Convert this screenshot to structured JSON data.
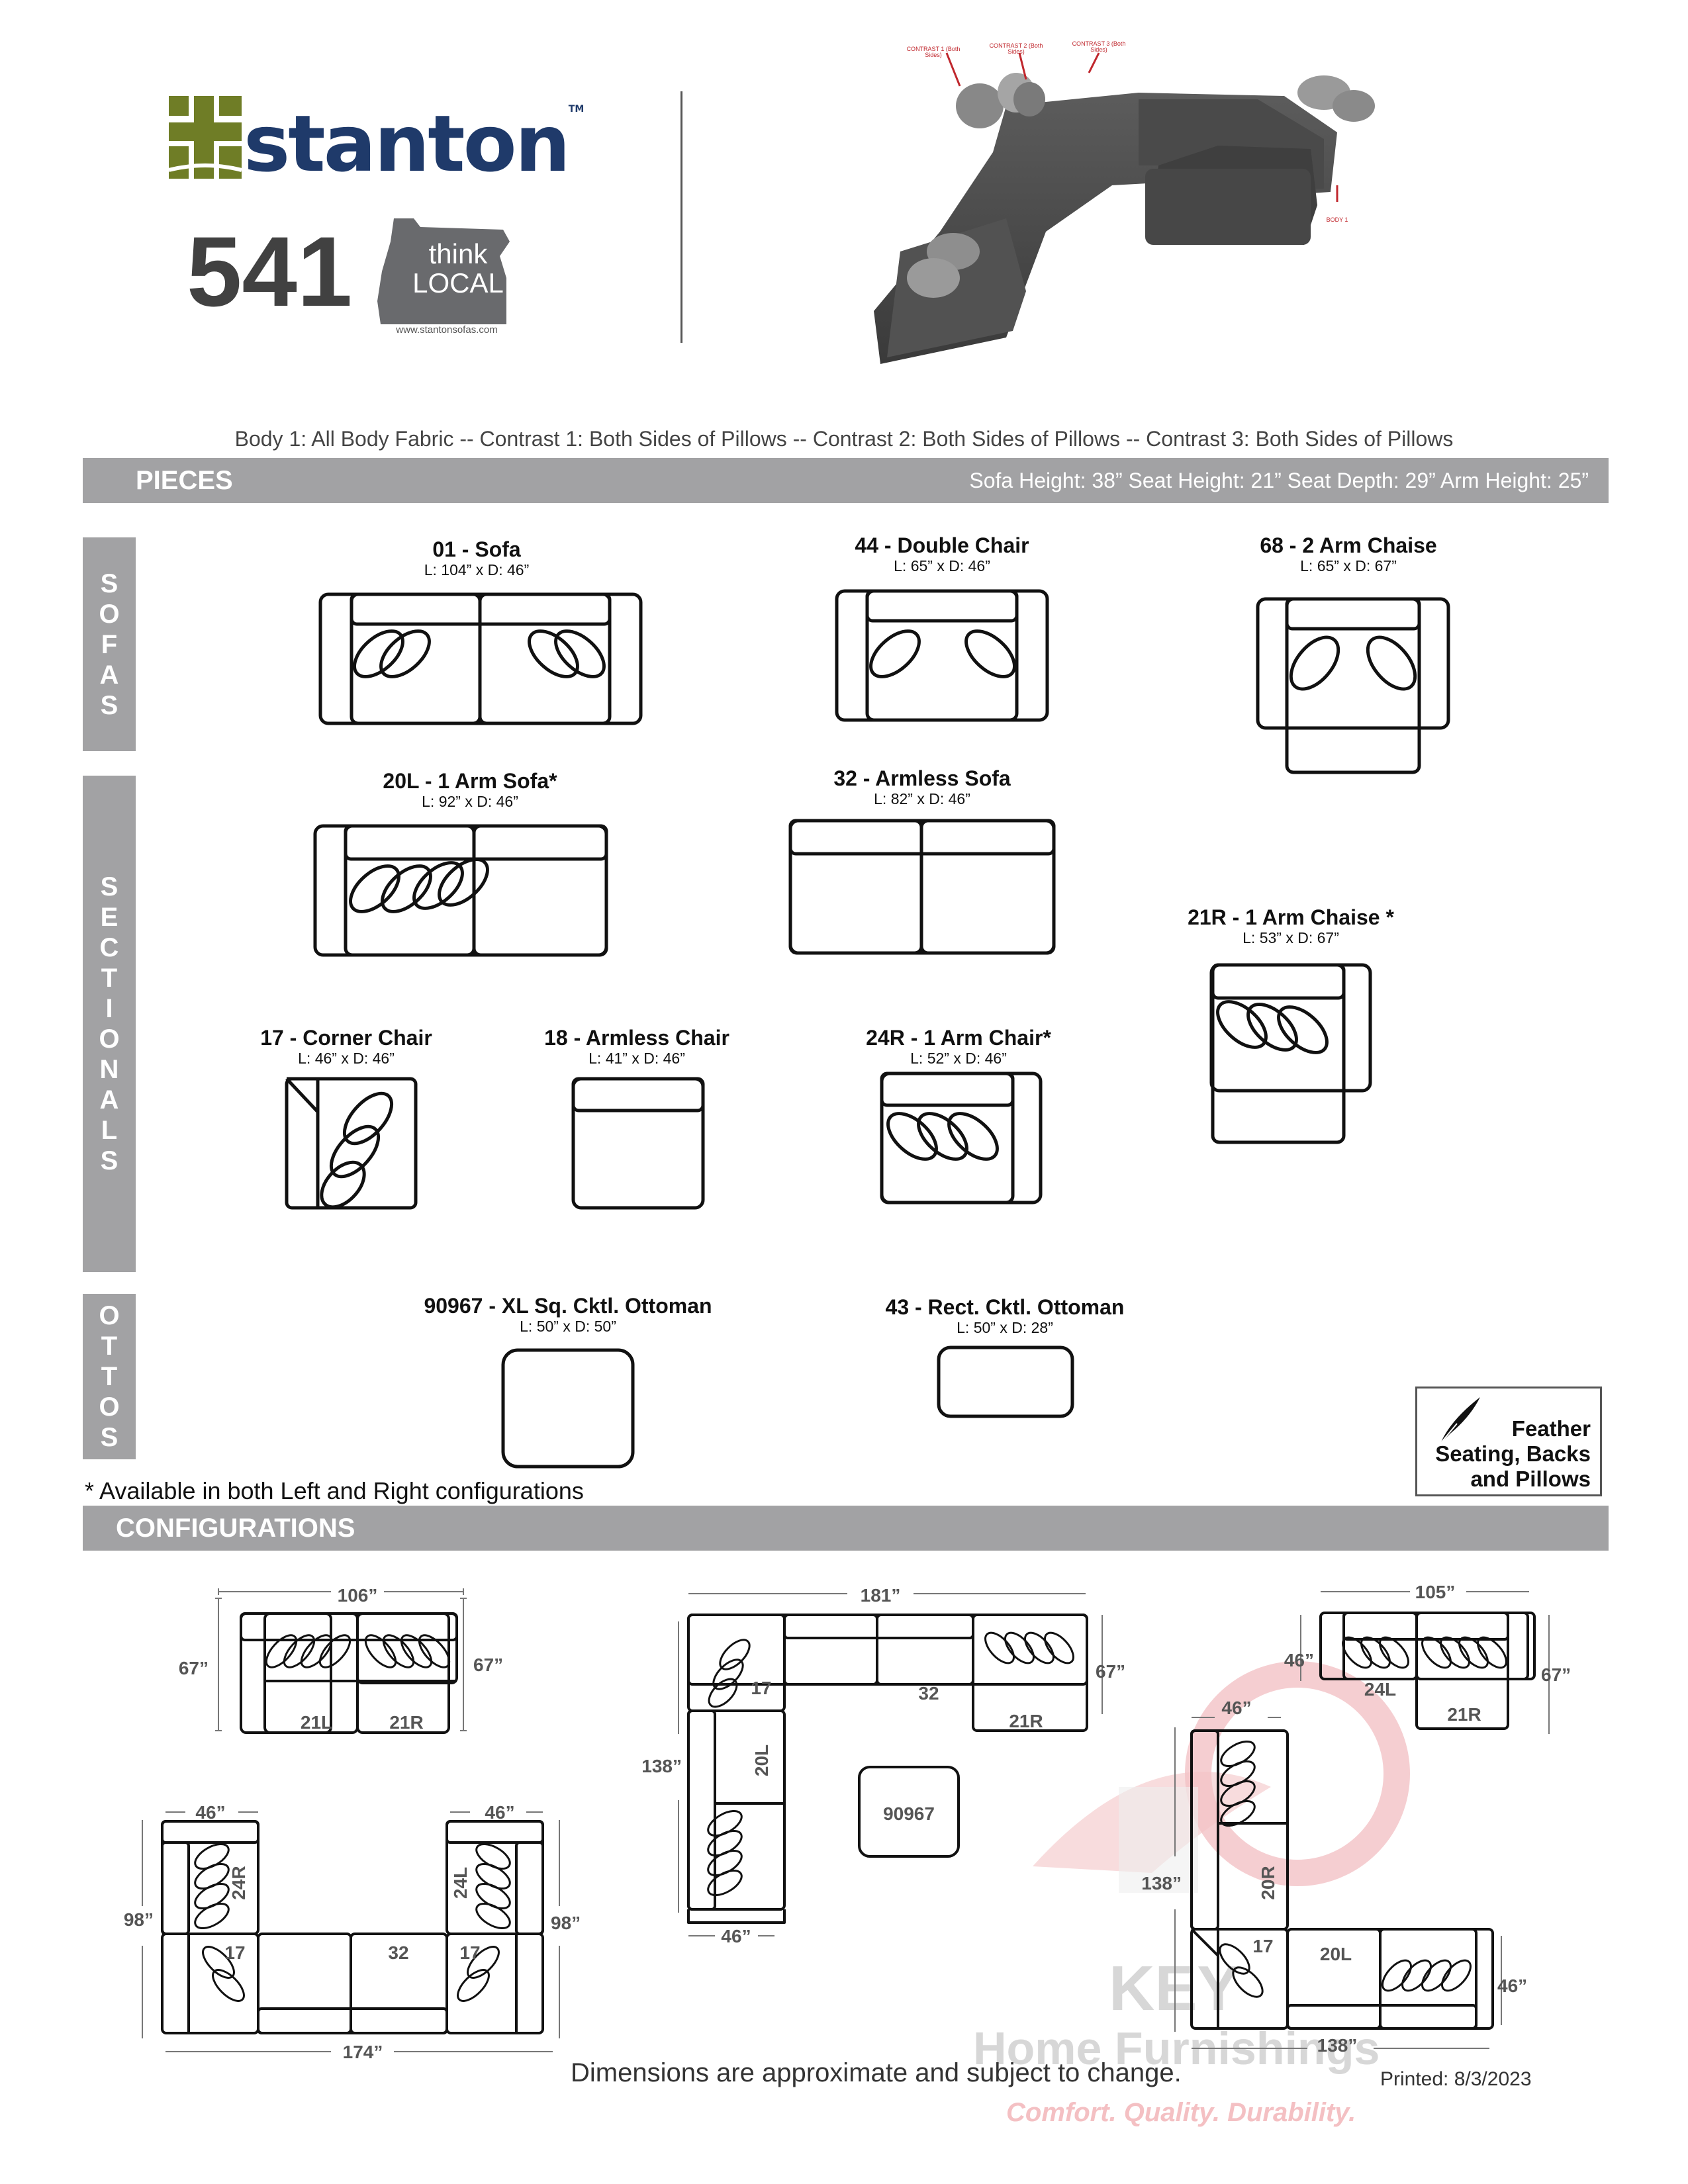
{
  "brand": {
    "name": "stanton",
    "tm": "TM",
    "model": "541",
    "think": "think",
    "local": "LOCAL",
    "website": "www.stantonsofas.com"
  },
  "photo_notes": {
    "contrast1": "CONTRAST 1 (Both Sides)",
    "contrast2": "CONTRAST 2 (Both Sides)",
    "contrast3": "CONTRAST 3 (Both Sides)",
    "body1": "BODY 1"
  },
  "fabric_line": "Body 1: All Body Fabric -- Contrast 1: Both Sides of Pillows -- Contrast 2: Both Sides of Pillows -- Contrast 3: Both Sides of Pillows",
  "pieces_bar": {
    "title": "PIECES",
    "specs": "Sofa Height: 38”   Seat Height: 21”   Seat Depth: 29”   Arm Height: 25”"
  },
  "side_labels": {
    "sofas": "SOFAS",
    "sectionals": "SECTIONALS",
    "ottos": "OTTOS"
  },
  "pieces": {
    "sofa": {
      "title": "01 - Sofa",
      "dims": "L: 104” x D: 46”"
    },
    "double_chair": {
      "title": "44 - Double Chair",
      "dims": "L: 65” x D: 46”"
    },
    "two_arm_chaise": {
      "title": "68 - 2 Arm Chaise",
      "dims": "L: 65” x D: 67”"
    },
    "one_arm_sofa": {
      "title": "20L - 1 Arm Sofa*",
      "dims": "L: 92” x D: 46”"
    },
    "armless_sofa": {
      "title": "32 - Armless Sofa",
      "dims": "L: 82” x D: 46”"
    },
    "one_arm_chaise": {
      "title": "21R - 1 Arm Chaise *",
      "dims": "L: 53” x D: 67”"
    },
    "corner_chair": {
      "title": "17 - Corner Chair",
      "dims": "L: 46” x D: 46”"
    },
    "armless_chair": {
      "title": "18 - Armless Chair",
      "dims": "L: 41” x D: 46”"
    },
    "one_arm_chair": {
      "title": "24R - 1 Arm Chair*",
      "dims": "L: 52” x D: 46”"
    },
    "xl_ottoman": {
      "title": "90967 - XL Sq. Cktl. Ottoman",
      "dims": "L: 50” x D: 50”"
    },
    "rect_ottoman": {
      "title": "43 - Rect. Cktl. Ottoman",
      "dims": "L: 50” x D: 28”"
    }
  },
  "availability_note": "* Available in both Left and Right configurations",
  "feather": {
    "line1": "Feather",
    "line2": "Seating, Backs",
    "line3": "and Pillows"
  },
  "config_bar": {
    "title": "CONFIGURATIONS"
  },
  "configs": {
    "c1": {
      "width": "106”",
      "left_depth": "67”",
      "right_depth": "67”",
      "left_piece": "21L",
      "right_piece": "21R"
    },
    "c2": {
      "width": "181”",
      "right_depth": "67”",
      "height": "138”",
      "bottom": "46”",
      "corner": "17",
      "middle": "32",
      "right_piece": "21R",
      "side_piece": "20L",
      "ottoman": "90967"
    },
    "c3": {
      "width": "105”",
      "left_depth": "46”",
      "right_depth": "67”",
      "left_piece": "24L",
      "right_piece": "21R"
    },
    "c4": {
      "left_top": "46”",
      "right_top": "46”",
      "left_height": "98”",
      "right_height": "98”",
      "width": "174”",
      "left_chair": "24R",
      "right_chair": "24L",
      "left_corner": "17",
      "right_corner": "17",
      "middle": "32"
    },
    "c5": {
      "top": "46”",
      "height": "138”",
      "width": "138”",
      "right_depth": "46”",
      "side_piece": "20R",
      "corner": "17",
      "bottom_piece": "20L"
    }
  },
  "watermark": {
    "k": "KEY",
    "home": "Home Furnishings",
    "tag": "Comfort. Quality. Durability."
  },
  "footer": "Dimensions are approximate and subject to change.",
  "printed": "Printed: 8/3/2023"
}
